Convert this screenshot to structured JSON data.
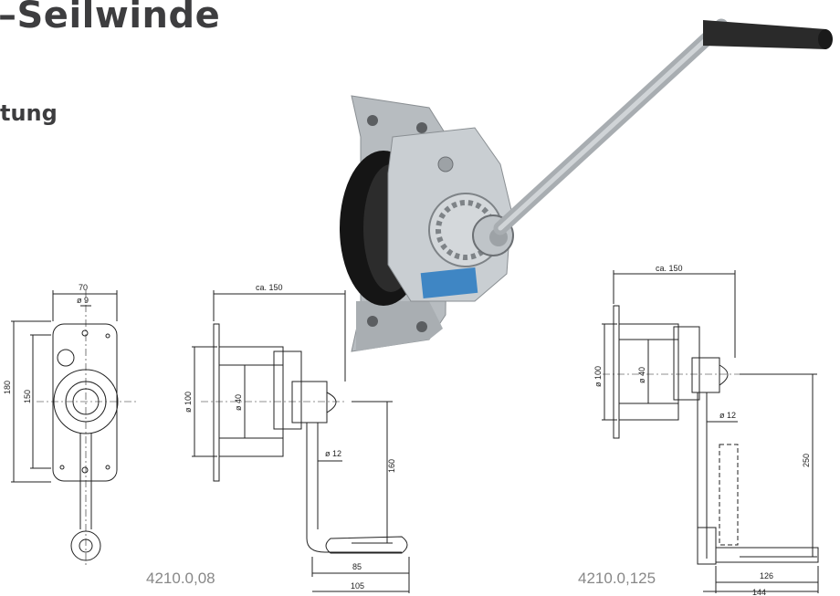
{
  "header": {
    "title": "–Seilwinde",
    "subtitle": "tung"
  },
  "captions": {
    "model_a": "4210.0,08",
    "model_b": "4210.0,125"
  },
  "drawing_a_front": {
    "width": "70",
    "bore": "ø 9",
    "height_outer": "180",
    "height_inner": "150"
  },
  "drawing_a_side": {
    "length": "ca. 150",
    "drum_dia": "ø 100",
    "core_dia": "ø 40",
    "shaft_dia": "ø 12",
    "crank_height": "160",
    "handle_inner": "85",
    "handle_outer": "105"
  },
  "drawing_b_side": {
    "length": "ca. 150",
    "drum_dia": "ø 100",
    "core_dia": "ø 40",
    "shaft_dia": "ø 12",
    "crank_height": "250",
    "handle_inner": "126",
    "handle_outer": "144"
  },
  "photo": {
    "label": "winch-photo"
  }
}
